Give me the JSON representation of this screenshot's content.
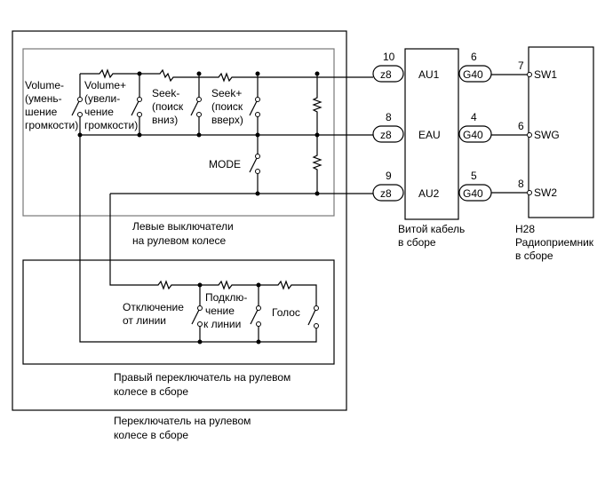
{
  "left_switches": {
    "label_line1": "Левые выключатели",
    "label_line2": "на рулевом колесе",
    "switches": [
      {
        "lines": [
          "Volume-",
          "(умень-",
          "шение",
          "громкости)"
        ]
      },
      {
        "lines": [
          "Volume+",
          "(увели-",
          "чение",
          "громкости)"
        ]
      },
      {
        "lines": [
          "Seek-",
          "(поиск",
          "вниз)"
        ]
      },
      {
        "lines": [
          "Seek+",
          "(поиск",
          "вверх)"
        ]
      },
      {
        "lines": [
          "MODE"
        ]
      }
    ]
  },
  "right_switch": {
    "label_line1": "Правый переключатель на рулевом",
    "label_line2": "колесе в сборе",
    "switches": [
      {
        "lines": [
          "Отключение",
          "от линии"
        ]
      },
      {
        "lines": [
          "Подклю-",
          "чение",
          "к линии"
        ]
      },
      {
        "lines": [
          "Голос"
        ]
      }
    ]
  },
  "steering_switch": {
    "label_line1": "Переключатель на рулевом",
    "label_line2": "колесе в сборе"
  },
  "spiral_cable": {
    "label_line1": "Витой кабель",
    "label_line2": "в сборе",
    "signals": [
      "AU1",
      "EAU",
      "AU2"
    ],
    "left_connector": "z8",
    "left_pins": [
      "10",
      "8",
      "9"
    ],
    "right_connector": "G40",
    "right_pins": [
      "6",
      "4",
      "5"
    ]
  },
  "radio": {
    "id": "H28",
    "label_line1": "Радиоприемник",
    "label_line2": "в сборе",
    "terminals": [
      "SW1",
      "SWG",
      "SW2"
    ],
    "pins": [
      "7",
      "6",
      "8"
    ]
  }
}
